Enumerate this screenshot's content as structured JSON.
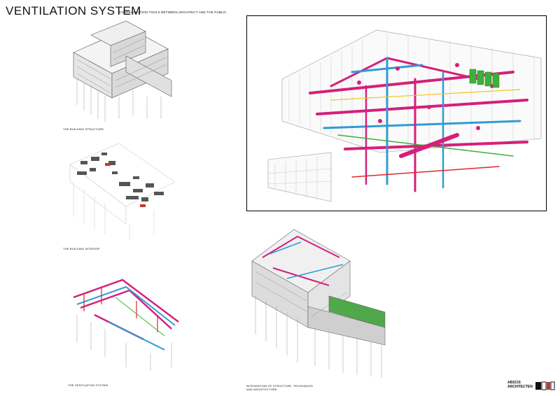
{
  "header": {
    "title": "VENTILATION SYSTEM",
    "subtitle": "COMMUNICATION TOOLS BETWEEN ARCHITECT AND THE PUBLIC"
  },
  "captions": {
    "structure": "THE BUILDING STRUCTURE",
    "interior": "THE BUILDING INTERIOR",
    "ventilation": "THE VENTILATION SYSTEM",
    "integration_line1": "INTEGRATION OF STRUCTURE, TECHNIQUES",
    "integration_line2": "AND ARCHITECTURE"
  },
  "logo": {
    "line1": "ABSCIS",
    "line2": "ARCHITECTEN"
  },
  "colors": {
    "duct_magenta": "#d61f7a",
    "duct_blue": "#2f9bd6",
    "duct_green": "#3db03a",
    "duct_yellow": "#f0c419",
    "duct_red": "#e0262a",
    "structure_gray": "#8a8a8a",
    "roof_green": "#4fa84a"
  }
}
